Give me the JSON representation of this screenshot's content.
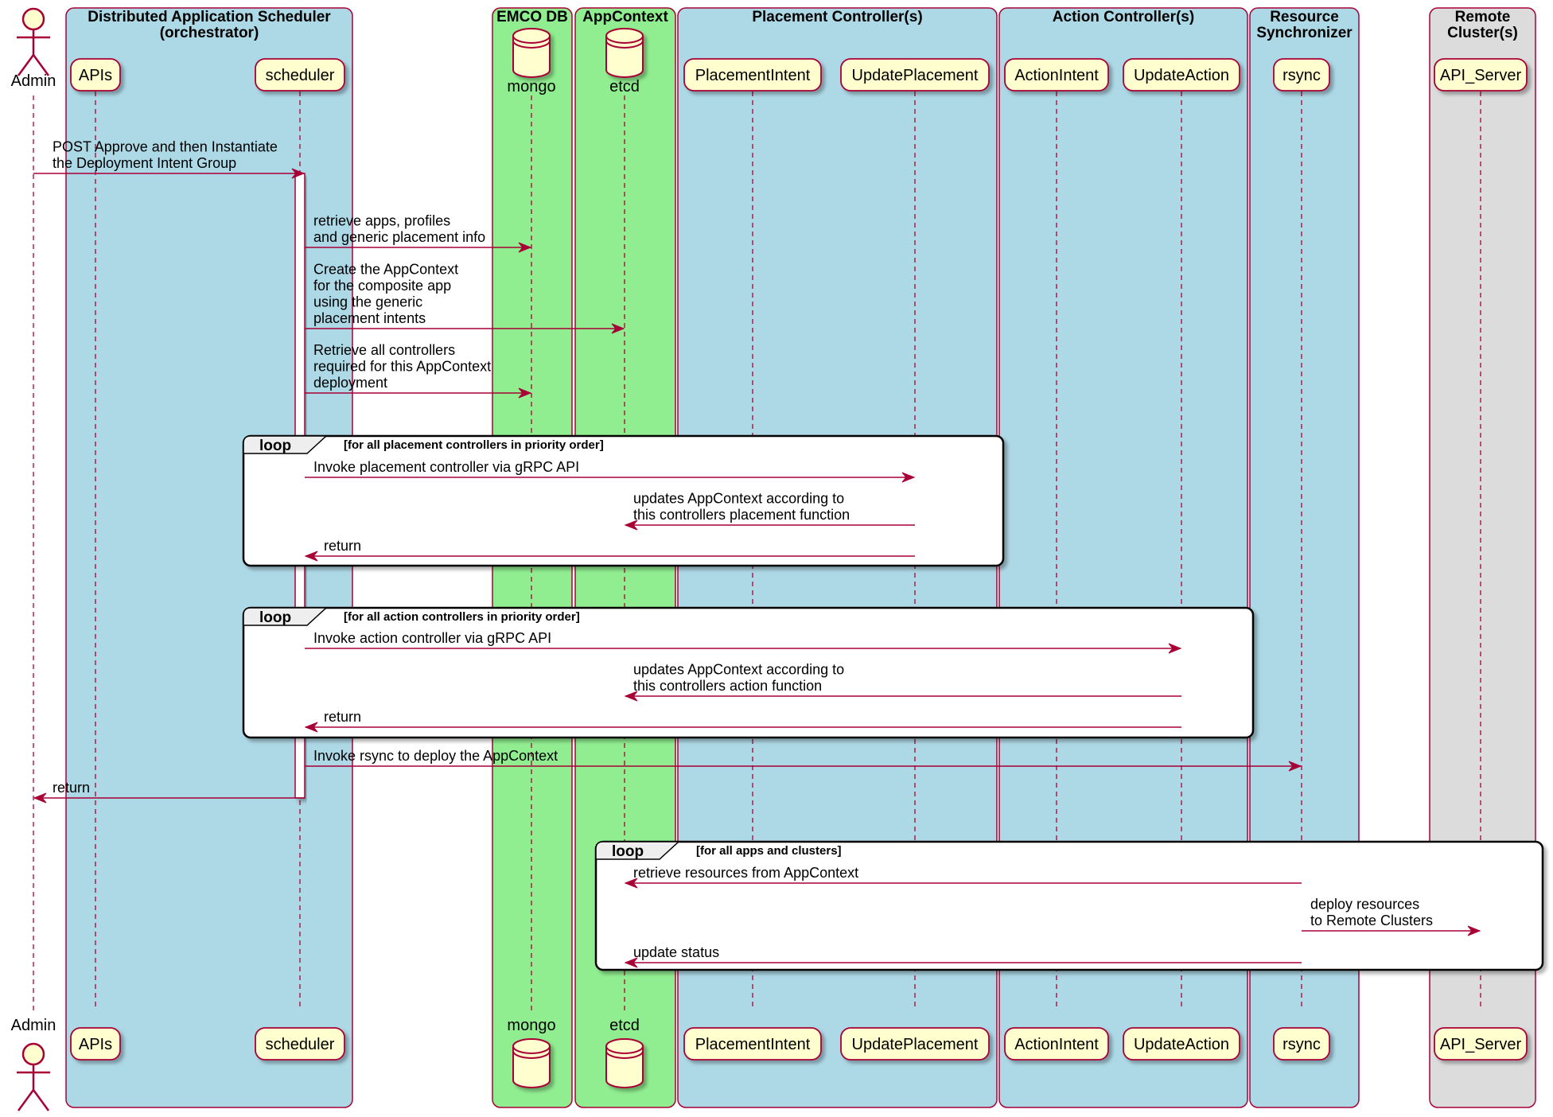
{
  "colors": {
    "box_blue": "#add8e6",
    "box_green": "#90ee90",
    "box_gray": "#dcdcdc",
    "participant_fill": "#fefece",
    "border": "#a80036",
    "arrow": "#a80036"
  },
  "boxes": [
    {
      "id": "das",
      "title": [
        "Distributed Application Scheduler",
        "(orchestrator)"
      ],
      "color": "#add8e6"
    },
    {
      "id": "emco",
      "title": [
        "EMCO DB"
      ],
      "color": "#90ee90"
    },
    {
      "id": "appctx",
      "title": [
        "AppContext"
      ],
      "color": "#90ee90"
    },
    {
      "id": "pc",
      "title": [
        "Placement Controller(s)"
      ],
      "color": "#add8e6"
    },
    {
      "id": "ac",
      "title": [
        "Action Controller(s)"
      ],
      "color": "#add8e6"
    },
    {
      "id": "rs",
      "title": [
        "Resource",
        "Synchronizer"
      ],
      "color": "#add8e6"
    },
    {
      "id": "rc",
      "title": [
        "Remote",
        "Cluster(s)"
      ],
      "color": "#dcdcdc"
    }
  ],
  "participants": [
    {
      "id": "admin",
      "label": "Admin",
      "kind": "actor"
    },
    {
      "id": "apis",
      "label": "APIs",
      "kind": "participant"
    },
    {
      "id": "scheduler",
      "label": "scheduler",
      "kind": "participant"
    },
    {
      "id": "mongo",
      "label": "mongo",
      "kind": "database"
    },
    {
      "id": "etcd",
      "label": "etcd",
      "kind": "database"
    },
    {
      "id": "placementintent",
      "label": "PlacementIntent",
      "kind": "participant"
    },
    {
      "id": "updateplacement",
      "label": "UpdatePlacement",
      "kind": "participant"
    },
    {
      "id": "actionintent",
      "label": "ActionIntent",
      "kind": "participant"
    },
    {
      "id": "updateaction",
      "label": "UpdateAction",
      "kind": "participant"
    },
    {
      "id": "rsync",
      "label": "rsync",
      "kind": "participant"
    },
    {
      "id": "api_server",
      "label": "API_Server",
      "kind": "participant"
    }
  ],
  "messages": [
    {
      "from": "admin",
      "to": "scheduler",
      "lines": [
        "POST Approve and then Instantiate",
        " the Deployment Intent Group"
      ]
    },
    {
      "from": "scheduler",
      "to": "mongo",
      "lines": [
        "retrieve apps, profiles",
        "and generic placement info"
      ]
    },
    {
      "from": "scheduler",
      "to": "etcd",
      "lines": [
        "Create the AppContext",
        "for the composite app",
        "using the generic",
        "placement intents"
      ]
    },
    {
      "from": "scheduler",
      "to": "mongo",
      "lines": [
        "Retrieve all controllers",
        "required for this AppContext",
        "deployment"
      ]
    },
    {
      "from": "scheduler",
      "to": "updateplacement",
      "lines": [
        "Invoke placement controller via gRPC API"
      ]
    },
    {
      "from": "updateplacement",
      "to": "etcd",
      "lines": [
        "updates AppContext according to",
        "this controllers placement function"
      ]
    },
    {
      "from": "updateplacement",
      "to": "scheduler",
      "lines": [
        "return"
      ]
    },
    {
      "from": "scheduler",
      "to": "updateaction",
      "lines": [
        "Invoke action controller via gRPC API"
      ]
    },
    {
      "from": "updateaction",
      "to": "etcd",
      "lines": [
        "updates AppContext according to",
        "this controllers action function"
      ]
    },
    {
      "from": "updateaction",
      "to": "scheduler",
      "lines": [
        "return"
      ]
    },
    {
      "from": "scheduler",
      "to": "rsync",
      "lines": [
        "Invoke rsync to deploy the AppContext"
      ]
    },
    {
      "from": "scheduler",
      "to": "admin",
      "lines": [
        "return"
      ]
    },
    {
      "from": "rsync",
      "to": "etcd",
      "lines": [
        "retrieve resources from AppContext"
      ]
    },
    {
      "from": "rsync",
      "to": "api_server",
      "lines": [
        "deploy resources",
        "to Remote Clusters"
      ]
    },
    {
      "from": "rsync",
      "to": "etcd",
      "lines": [
        "update status"
      ]
    }
  ],
  "loops": [
    {
      "keyword": "loop",
      "condition": "[for all placement controllers in priority order]"
    },
    {
      "keyword": "loop",
      "condition": "[for all action controllers in priority order]"
    },
    {
      "keyword": "loop",
      "condition": "[for all apps and clusters]"
    }
  ]
}
